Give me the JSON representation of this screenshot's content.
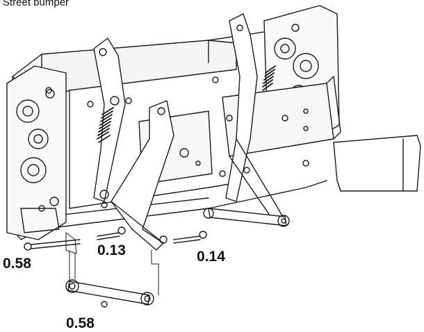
{
  "caption": "Street bumper",
  "labels": {
    "left_bolt": "0.58",
    "center_bolt": "0.13",
    "right_bolt": "0.14",
    "bottom_link": "0.58"
  }
}
